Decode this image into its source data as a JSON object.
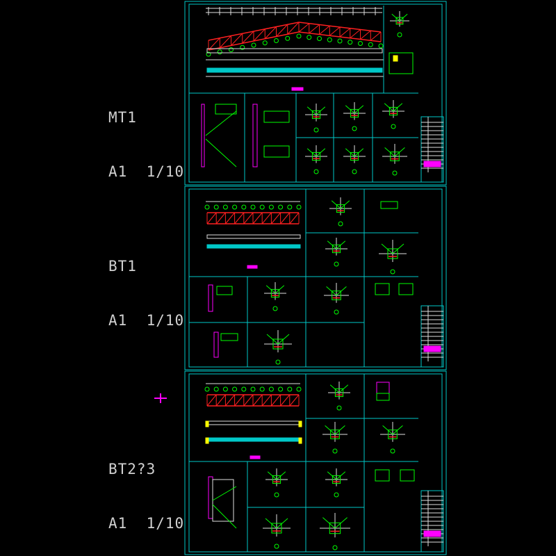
{
  "sheets": [
    {
      "name": "MT1",
      "format": "A1",
      "scale": "1/10"
    },
    {
      "name": "BT1",
      "format": "A1",
      "scale": "1/10"
    },
    {
      "name": "BT2?3",
      "format": "A1",
      "scale": "1/10"
    }
  ],
  "colors": {
    "frame": "#00c8c8",
    "green": "#00ff00",
    "red": "#ff2020",
    "magenta": "#ff00ff",
    "white": "#e0e0e0",
    "yellow": "#ffff00"
  }
}
